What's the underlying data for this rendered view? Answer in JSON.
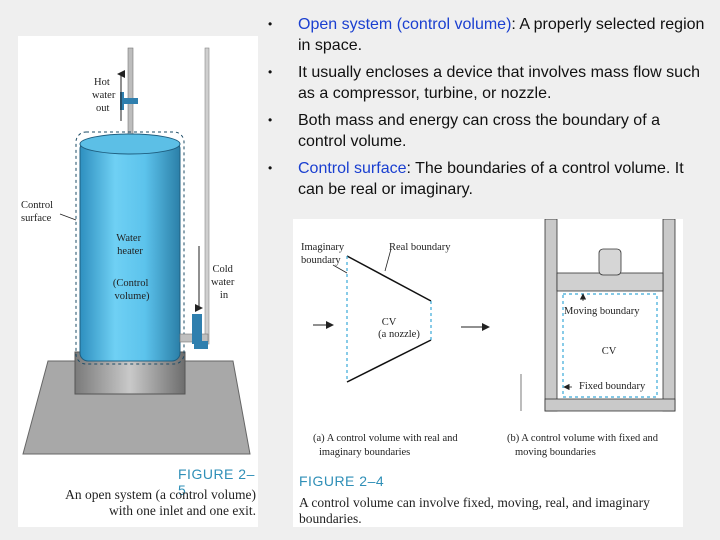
{
  "bullets": [
    {
      "highlight": "Open system (control volume)",
      "rest": ": A properly selected region in space."
    },
    {
      "highlight": "",
      "rest": "It usually encloses a device that involves mass flow such as a compressor, turbine, or nozzle."
    },
    {
      "highlight": "",
      "rest": "Both mass and energy can cross the boundary of a control volume."
    },
    {
      "highlight": "Control surface",
      "rest": ": The boundaries of a control volume. It can be real or imaginary."
    }
  ],
  "bullet_symbol": "•",
  "figure_left": {
    "labels": {
      "hot_water_out": [
        "Hot",
        "water",
        "out"
      ],
      "control_surface": [
        "Control",
        "surface"
      ],
      "water_heater": [
        "Water",
        "heater"
      ],
      "control_volume": [
        "(Control",
        "volume)"
      ],
      "cold_water_in": [
        "Cold",
        "water",
        "in"
      ]
    },
    "caption_title": "FIGURE 2–5",
    "caption_lines": [
      "An open system (a control volume)",
      "with one inlet and one exit."
    ]
  },
  "figure_right": {
    "labels": {
      "imaginary_boundary": [
        "Imaginary",
        "boundary"
      ],
      "real_boundary": "Real boundary",
      "cv": "CV",
      "nozzle": "(a nozzle)",
      "moving_boundary": "Moving boundary",
      "cv_b": "CV",
      "fixed_boundary": "Fixed boundary"
    },
    "subcaption_a": [
      "(a) A control volume with real and",
      "imaginary boundaries"
    ],
    "subcaption_b": [
      "(b) A control volume with fixed and",
      "moving boundaries"
    ],
    "caption_title": "FIGURE 2–4",
    "caption_lines": [
      "A control volume can involve fixed, moving, real, and imaginary",
      "boundaries."
    ]
  },
  "colors": {
    "tank_blue": "#5cc3ec",
    "tank_dark": "#2e7fa8",
    "caption_title": "#2f8fb7",
    "highlight_text": "#1a3fd0",
    "cv_dashed": "#3aa9d8",
    "floor_gray": "#a8a8a8"
  }
}
